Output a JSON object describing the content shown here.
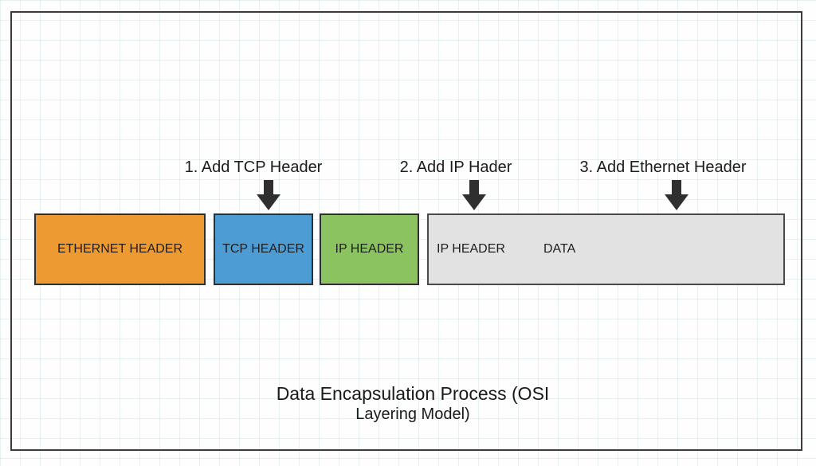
{
  "diagram": {
    "title_line1": "Data Encapsulation Process (OSI",
    "title_line2": "Layering Model)",
    "steps": [
      {
        "label": "1. Add TCP Header"
      },
      {
        "label": "2. Add IP Hader"
      },
      {
        "label": "3. Add Ethernet Header"
      }
    ],
    "boxes": {
      "ethernet": {
        "label": "ETHERNET HEADER",
        "color": "#EE9A33"
      },
      "tcp": {
        "label": "TCP HEADER",
        "color": "#4D9CD4"
      },
      "ip": {
        "label": "IP HEADER",
        "color": "#8AC360"
      },
      "packet": {
        "label_left": "IP HEADER",
        "label_right": "DATA",
        "color": "#E2E2E2"
      }
    },
    "colors": {
      "arrow": "#2F2F2F",
      "frame_border": "#3B3B3B",
      "box_border": "#2F2F2F",
      "grid_line": "#CDE0E3",
      "text": "#1C1C1C"
    }
  }
}
